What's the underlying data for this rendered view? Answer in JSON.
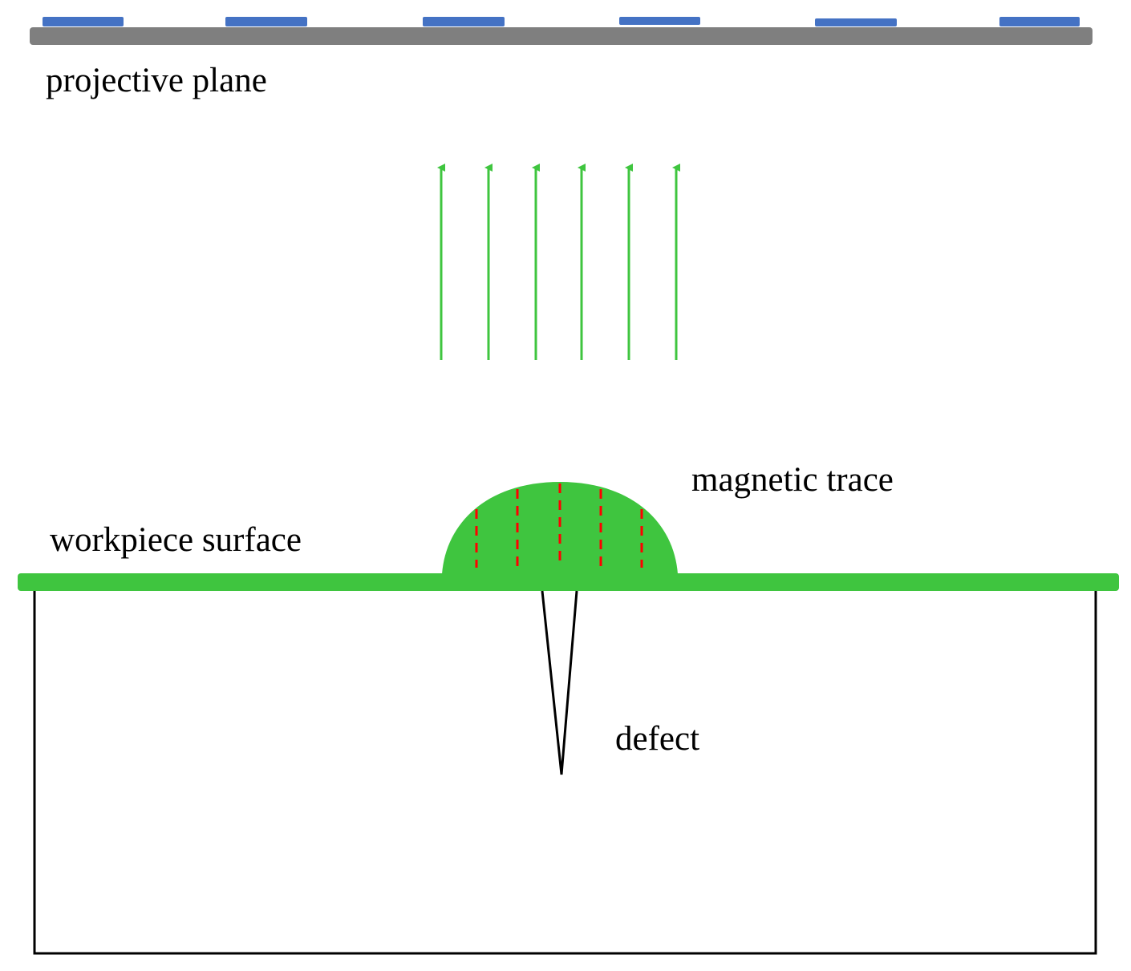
{
  "labels": {
    "projective_plane": "projective plane",
    "magnetic_trace": "magnetic trace",
    "workpiece_surface": "workpiece surface",
    "defect": "defect"
  },
  "colors": {
    "plane": "#7f7f7f",
    "sensor": "#4472c4",
    "surface": "#3fc53f",
    "field_arrow": "#3fc53f",
    "field_line_inner": "#ff0000",
    "outline": "#000000"
  },
  "counts": {
    "sensors": 6,
    "field_arrows": 6,
    "inner_field_lines": 5
  }
}
